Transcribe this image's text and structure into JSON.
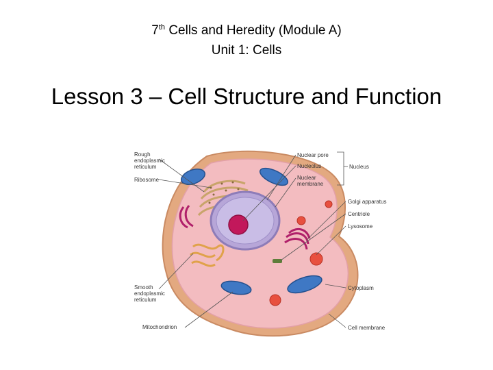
{
  "header": {
    "grade": "7",
    "grade_suffix": "th",
    "course": " Cells and Heredity (Module A)",
    "unit": "Unit 1: Cells"
  },
  "title": "Lesson 3 – Cell Structure and Function",
  "diagram": {
    "labels_left": {
      "rough_er": [
        "Rough",
        "endoplasmic",
        "reticulum"
      ],
      "ribosome": "Ribosome",
      "smooth_er": [
        "Smooth",
        "endoplasmic",
        "reticulum"
      ],
      "mitochondrion": "Mitochondrion"
    },
    "labels_right": {
      "nuclear_pore": "Nuclear pore",
      "nucleolus": "Nucleolus",
      "nuclear_membrane": [
        "Nuclear",
        "membrane"
      ],
      "nucleus": "Nucleus",
      "golgi": "Golgi apparatus",
      "centriole": "Centriole",
      "lysosome": "Lysosome",
      "cytoplasm": "Cytoplasm",
      "cell_membrane": "Cell membrane"
    }
  }
}
